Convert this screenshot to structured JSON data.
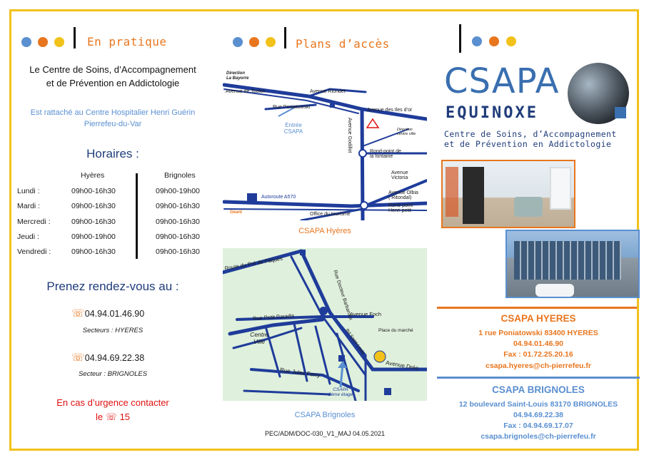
{
  "colors": {
    "blue": "#5a8fd0",
    "orange": "#e8761e",
    "yellow": "#f2c21b",
    "red": "#e01010",
    "navy": "#1f3c7a"
  },
  "col1": {
    "title": "En pratique",
    "intro_line1": "Le Centre de Soins, d’Accompagnement",
    "intro_line2": "et de Prévention en Addictologie",
    "attached_line1": "Est rattaché au Centre Hospitalier Henri Guérin",
    "attached_line2": "Pierrefeu-du-Var",
    "hours_title": "Horaires :",
    "hours_col_h": "Hyères",
    "hours_col_b": "Brignoles",
    "hours": [
      {
        "day": "Lundi :",
        "h": "09h00-16h30",
        "b": "09h00-19h00"
      },
      {
        "day": "Mardi :",
        "h": "09h00-16h30",
        "b": "09h00-16h30"
      },
      {
        "day": "Mercredi :",
        "h": "09h00-16h30",
        "b": "09h00-16h30"
      },
      {
        "day": "Jeudi :",
        "h": "09h00-19h00",
        "b": "09h00-16h30"
      },
      {
        "day": "Vendredi :",
        "h": "09h00-16h30",
        "b": "09h00-16h30"
      }
    ],
    "rdv_title": "Prenez rendez-vous au :",
    "phone1": "04.94.01.46.90",
    "phone1_sector": "Secteurs : HYERES",
    "phone2": "04.94.69.22.38",
    "phone2_sector": "Secteur : BRIGNOLES",
    "urgent_line1": "En cas d’urgence contacter",
    "urgent_prefix": "le",
    "urgent_number": "15",
    "phone_icon": "telephone-icon"
  },
  "col2": {
    "title": "Plans d’accès",
    "map1_caption": "CSAPA Hyères",
    "map1_labels": {
      "direction": "Direction",
      "bayorre": "La Bayorre",
      "toulon": "Avenue de Toulon",
      "riondet": "Avenue Riondet",
      "poniatowski": "Rue Poniatowski",
      "iles": "Avenue des Iles d’or",
      "entree1": "Entrée",
      "entree2": "CSAPA",
      "godillot": "Avenue Godillot",
      "dir_centre1": "Direction",
      "dir_centre2": "centre ville",
      "rp_fontaine1": "Rond-point de",
      "rp_fontaine2": "la fontaine",
      "victoria1": "Avenue",
      "victoria2": "Victoria",
      "olbia1": "Avenue Olbia",
      "olbia2": "( Ritondal)",
      "autoroute": "Autoroute A570",
      "rp_petit1": "Rond-point",
      "rp_petit2": "Henri petit",
      "tourisme": "Office du tourisme",
      "geant": "Géant"
    },
    "map2_caption": "CSAPA  Brignoles",
    "map2_labels": {
      "paques": "Route du Pré de Pâques",
      "barbaroux": "Rue Docteur Barbaroux",
      "paradis": "Rue Petit Paradis",
      "foch": "Avenue Foch",
      "centre1": "Centre",
      "centre2": "Ville",
      "marche": "Place du marché",
      "stlouis": "Bd Saint-Louis",
      "dreo": "Avenue Dréo",
      "ferry": "Rue Jules Ferry",
      "csapa1": "CSAPA",
      "csapa2": "2ème étage"
    },
    "footer_ref": "PEC/ADM/DOC-030_V1_MAJ 04.05.2021"
  },
  "col3": {
    "logo_text": "CSAPA",
    "logo_sub": "EQUINOXE",
    "logo_tag_line1": "Centre de Soins, d’Accompagnement",
    "logo_tag_line2": "et de Prévention en Addictologie",
    "hyeres": {
      "title": "CSAPA HYERES",
      "address": "1 rue Poniatowski 83400 HYERES",
      "phone": "04.94.01.46.90",
      "fax": "Fax : 01.72.25.20.16",
      "email": "csapa.hyeres@ch-pierrefeu.fr"
    },
    "brignoles": {
      "title": "CSAPA BRIGNOLES",
      "address": "12 boulevard Saint-Louis 83170 BRIGNOLES",
      "phone": "04.94.69.22.38",
      "fax": "Fax : 04.94.69.17.07",
      "email": "csapa.brignoles@ch-pierrefeu.fr"
    }
  }
}
